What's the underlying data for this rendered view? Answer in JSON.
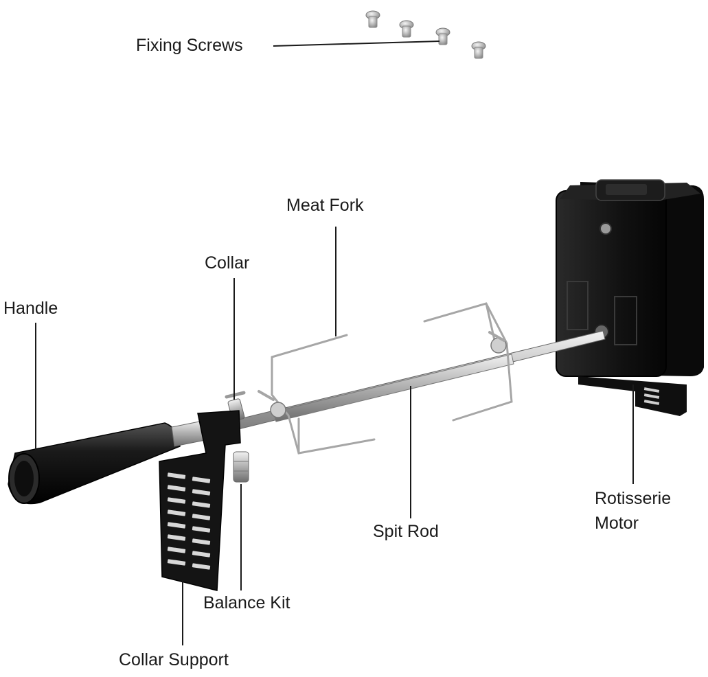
{
  "labels": {
    "fixing_screws": "Fixing Screws",
    "meat_fork": "Meat Fork",
    "collar": "Collar",
    "handle": "Handle",
    "rotisserie_motor_line1": "Rotisserie",
    "rotisserie_motor_line2": "Motor",
    "spit_rod": "Spit Rod",
    "balance_kit": "Balance Kit",
    "collar_support": "Collar Support"
  },
  "colors": {
    "background": "#ffffff",
    "text": "#1a1a1a",
    "leader_line": "#1a1a1a",
    "motor_body": "#141414",
    "handle_black": "#111111",
    "steel": "#b8b8b8"
  }
}
